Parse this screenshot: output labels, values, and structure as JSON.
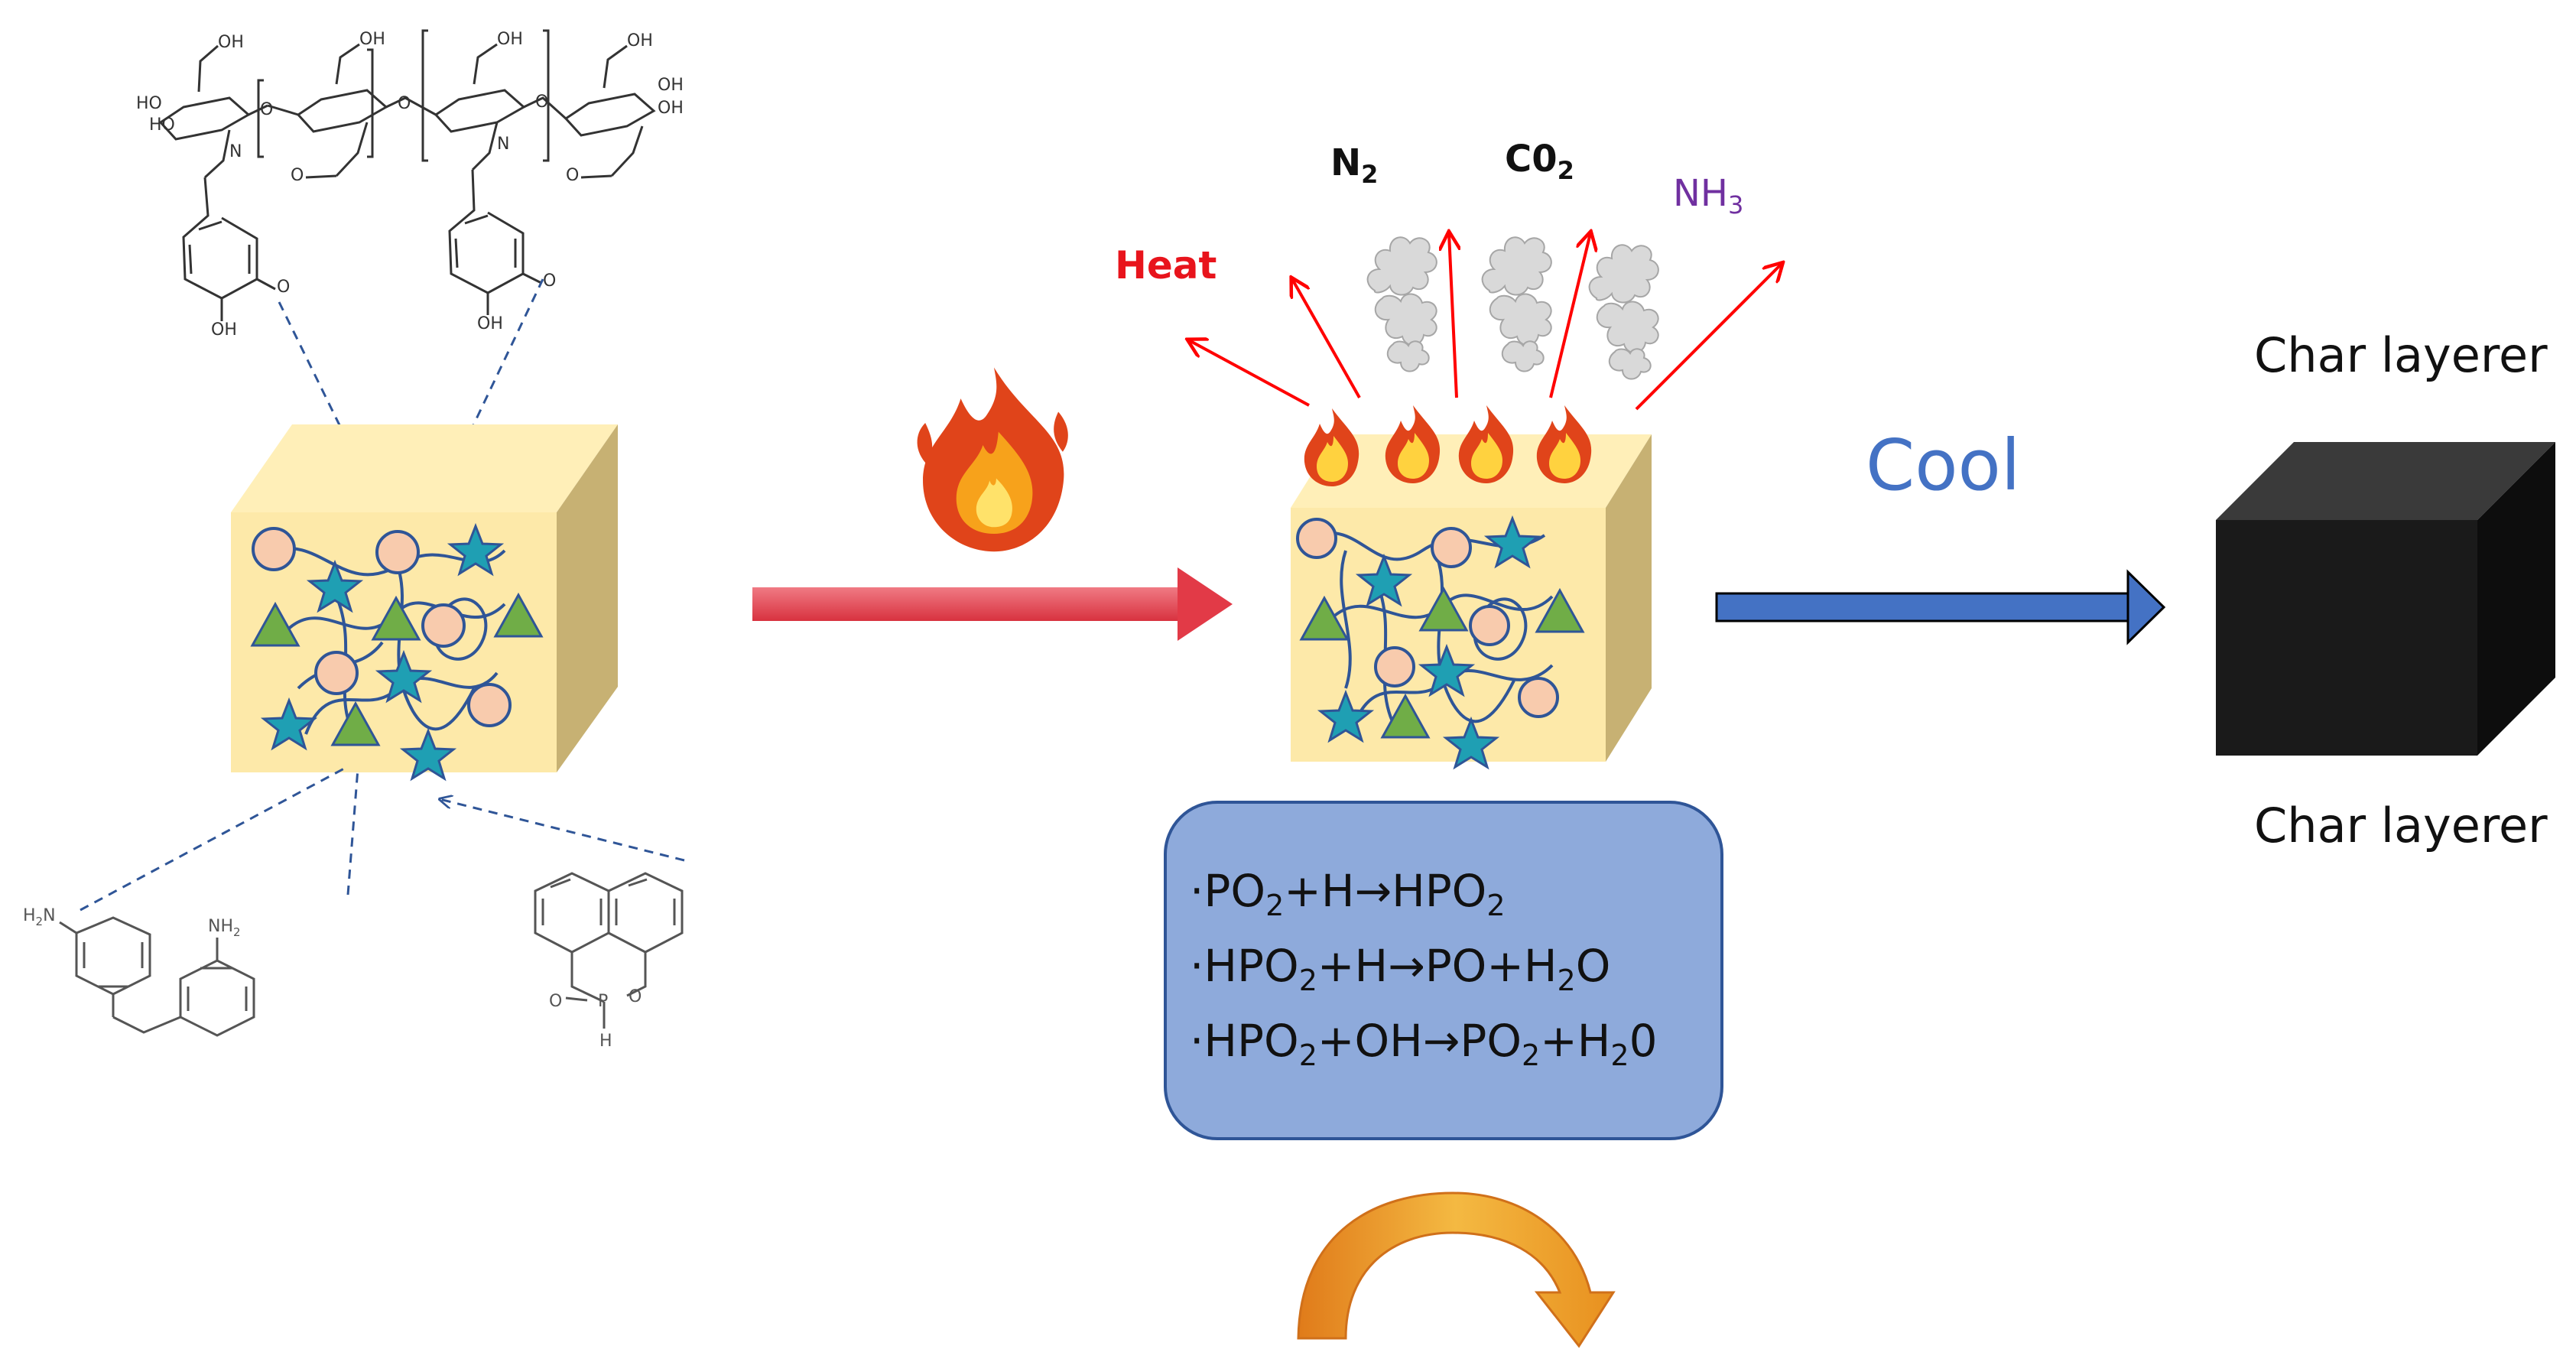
{
  "gases": {
    "heat": "Heat",
    "n2": "N",
    "n2_sub": "2",
    "co2": "C0",
    "co2_sub": "2",
    "nh3": "NH",
    "nh3_sub": "3"
  },
  "process": {
    "cool": "Cool"
  },
  "char": {
    "top": "Char layerer",
    "bottom": "Char layerer"
  },
  "reactions": [
    {
      "a": "·PO",
      "a_sub": "2",
      "b": "+H",
      "arrow": "→",
      "c": "HPO",
      "c_sub": "2"
    },
    {
      "a": "·HPO",
      "a_sub": "2",
      "b": "+H",
      "arrow": "→",
      "c": "PO+H",
      "c_sub": "2",
      "d": "O"
    },
    {
      "a": "·HPO",
      "a_sub": "2",
      "b": "+OH",
      "arrow": "→",
      "c": "PO",
      "c_sub": "2",
      "d": "+H",
      "d_sub": "2",
      "e": "0"
    }
  ],
  "chemistry": {
    "oh": "OH",
    "ho": "HO",
    "o": "O",
    "n": "N",
    "nh2": "NH",
    "h2n": "H",
    "p": "P",
    "h": "H",
    "two": "2"
  },
  "colors": {
    "cube_front": "#fde9a9",
    "cube_side": "#c7b173",
    "cube_top": "#ffefb8",
    "shape_blue": "#2f5597",
    "star_fill": "#1f9fb3",
    "triangle_fill": "#70ad47",
    "circle_fill": "#f8cbad",
    "heat_arrow": "#e8525f",
    "cool_arrow": "#4472c4",
    "reaction_box": "#8eaadb",
    "char_cube": "#1a1a1a",
    "gas_arrow": "#ff0000"
  }
}
